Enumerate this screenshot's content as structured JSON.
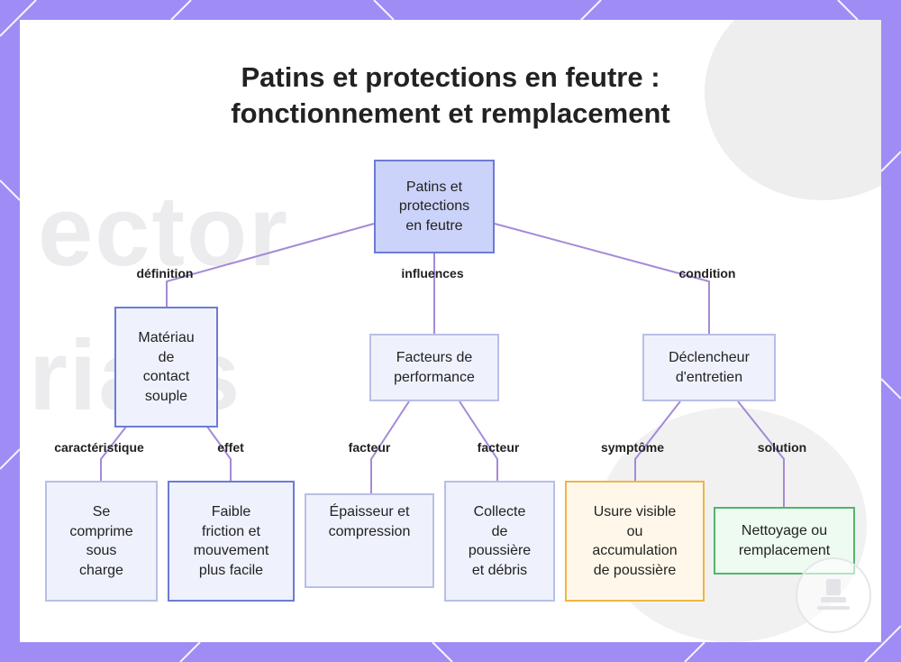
{
  "title": {
    "line1": "Patins et protections en feutre :",
    "line2": "fonctionnement et remplacement"
  },
  "background_text": {
    "word1": "ector",
    "word2": "riais"
  },
  "colors": {
    "frame": "#a08cf5",
    "root_fill": "#ccd3fa",
    "node_fill": "#eff2fd",
    "node_border": "#6d7bd4",
    "edge": "#a48ad6",
    "warn_border": "#f0b545",
    "ok_border": "#52b66a"
  },
  "nodes": {
    "root": "Patins et\nprotections\nen feutre",
    "materiau": "Matériau\nde\ncontact\nsouple",
    "facteurs": "Facteurs de\nperformance",
    "declencheur": "Déclencheur\nd'entretien",
    "se_comprime": "Se\ncomprime\nsous\ncharge",
    "faible_friction": "Faible\nfriction et\nmouvement\nplus facile",
    "epaisseur": "Épaisseur et\ncompression",
    "collecte": "Collecte\nde\npoussière\net débris",
    "usure": "Usure visible\nou\naccumulation\nde poussière",
    "nettoyage": "Nettoyage ou\nremplacement"
  },
  "edge_labels": {
    "definition": "définition",
    "influences": "influences",
    "condition": "condition",
    "caracteristique": "caractéristique",
    "effet": "effet",
    "facteur_1": "facteur",
    "facteur_2": "facteur",
    "symptome": "symptôme",
    "solution": "solution"
  }
}
